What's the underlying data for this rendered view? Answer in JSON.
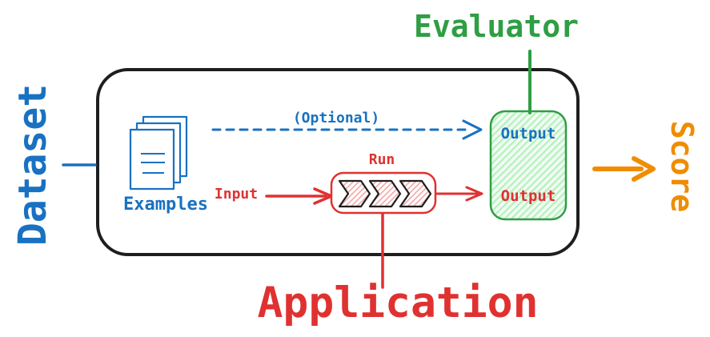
{
  "labels": {
    "dataset": "Dataset",
    "evaluator": "Evaluator",
    "score": "Score",
    "application": "Application",
    "examples": "Examples",
    "optional": "(Optional)",
    "input": "Input",
    "run": "Run",
    "evaluator_output": "Output",
    "application_output": "Output"
  },
  "colors": {
    "blue": "#1971c2",
    "red": "#e03131",
    "green": "#2f9e44",
    "orange": "#f08c00",
    "ink": "#1e1e1e",
    "green_fill": "#f2fbf4",
    "green_hatch": "#b2f2bb",
    "red_hatch": "#f2a0a0",
    "white": "#ffffff"
  }
}
